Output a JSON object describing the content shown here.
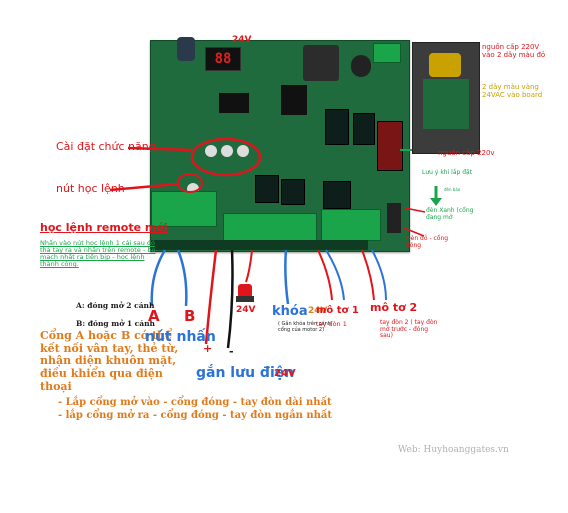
{
  "labels": {
    "cai_dat": "Cài đặt chức năng",
    "nut_hoc_lenh": "nút học lệnh",
    "hoc_lenh_remote": "học lệnh remote  mới",
    "huong_dan": "Nhấn vào nút học lệnh 1 cái sau đó thả tay ra và nhấn trên remote - bo mạch nhất ra tiến bịp - học lệnh thành công.",
    "a_dong_mo": "A: đóng mở 2 cánh",
    "b_dong_mo": "B: đóng mở 1 cánh",
    "cong_ab": "Cổng A hoặc B có thể kết nối vân tay, thẻ từ, nhận diện khuôn mặt, điều khiển qua điện thoại",
    "a": "A",
    "b": "B",
    "nut_nhan": "nút nhấn",
    "plus": "+",
    "minus": "-",
    "gan_luu_dien": "gắn  lưu điện",
    "v24_a": "24V",
    "v24_b": "24V",
    "v24_c": "24V",
    "v24_d": "24V",
    "khoa": "khóa",
    "khoa_note": "( Gắn khóa trên cánh cổng của motor 2)",
    "mo_to_1": "mô tơ 1",
    "mo_to_1_sub": "tay đòn 1",
    "mo_to_2": "mô tơ 2",
    "mo_to_2_sub": "tay đòn 2 ( tay đòn mở trước - đóng sau)",
    "lap_1": "- Lắp cổng mở vào - cổng đóng - tay đòn dài nhất",
    "lap_2": "- lắp cổng mở ra - cổng đóng - tay đòn ngắn nhất",
    "nguon_cap": "nguồn cấp 220V vào 2 dây màu đỏ",
    "day_mau_vang": "2 dây màu vàng 24VAC vào board",
    "nguon_cap_220": "nguồn cấp 220v",
    "luu_y": "Lưu ý khi lắp đặt",
    "den_xanh_note": "đèn báo",
    "den_xanh": "đèn Xanh (cổng đang mở",
    "den_do": "Đèn đỏ - cổng đóng",
    "watermark": "Web: Huyhoanggates.vn"
  },
  "colors": {
    "red": "#e0151b",
    "blue": "#2b73d8",
    "orange": "#e07a1b",
    "green": "#1aa54b",
    "board": "#1f6b3d"
  }
}
